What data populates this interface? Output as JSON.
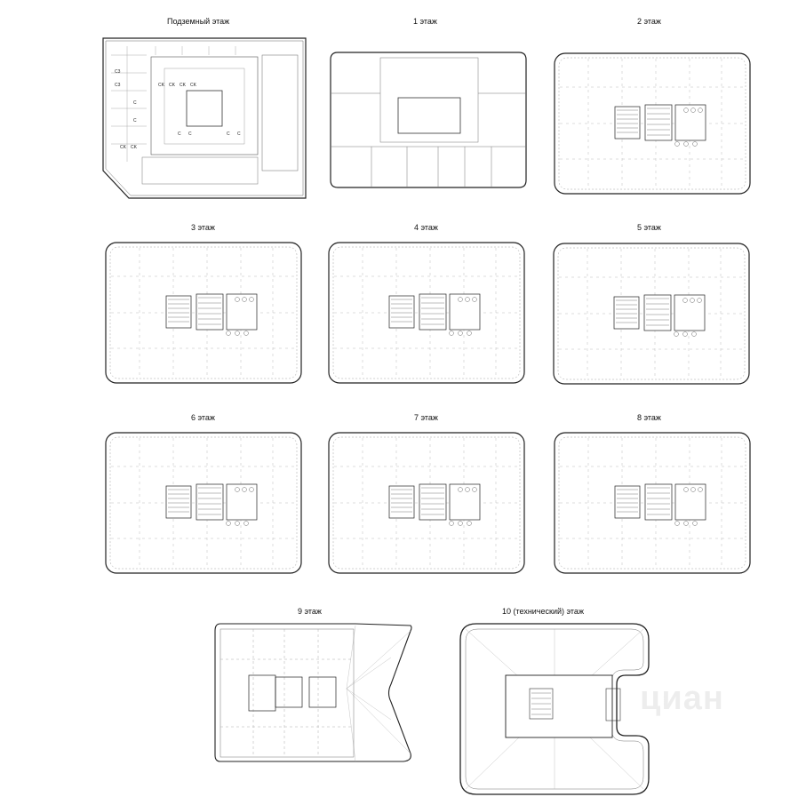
{
  "floors": [
    {
      "id": "basement",
      "label": "Подземный этаж"
    },
    {
      "id": "f1",
      "label": "1 этаж"
    },
    {
      "id": "f2",
      "label": "2 этаж"
    },
    {
      "id": "f3",
      "label": "3 этаж"
    },
    {
      "id": "f4",
      "label": "4 этаж"
    },
    {
      "id": "f5",
      "label": "5 этаж"
    },
    {
      "id": "f6",
      "label": "6 этаж"
    },
    {
      "id": "f7",
      "label": "7 этаж"
    },
    {
      "id": "f8",
      "label": "8 этаж"
    },
    {
      "id": "f9",
      "label": "9 этаж"
    },
    {
      "id": "f10",
      "label": "10 (технический) этаж"
    }
  ],
  "parking_labels": [
    "CK",
    "CK",
    "CK",
    "CK",
    "C",
    "C",
    "C",
    "C",
    "C",
    "CK",
    "CK",
    "C3",
    "C3",
    "C"
  ],
  "watermark": "циан"
}
